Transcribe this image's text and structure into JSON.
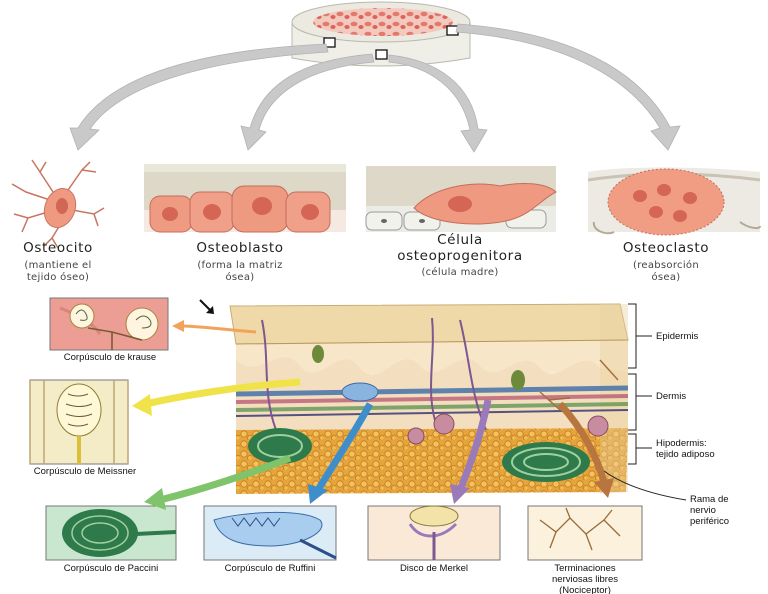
{
  "bone_cells": [
    {
      "name": "Osteocito",
      "desc": [
        "(mantiene el",
        "tejido óseo)"
      ]
    },
    {
      "name": "Osteoblasto",
      "desc": [
        "(forma la matriz",
        "ósea)"
      ]
    },
    {
      "name": "Célula osteoprogenitora",
      "name_lines": [
        "Célula",
        "osteoprogenitora"
      ],
      "desc": [
        "(célula madre)"
      ]
    },
    {
      "name": "Osteoclasto",
      "desc": [
        "(reabsorción",
        "ósea)"
      ]
    }
  ],
  "skin_layers": [
    {
      "label": [
        "Epidermis"
      ]
    },
    {
      "label": [
        "Dermis"
      ]
    },
    {
      "label": [
        "Hipodermis:",
        "tejido adiposo"
      ]
    }
  ],
  "nerve_label": [
    "Rama de",
    "nervio",
    "periférico"
  ],
  "receptors": [
    {
      "label": [
        "Corpúsculo de krause"
      ]
    },
    {
      "label": [
        "Corpúsculo de Meissner"
      ]
    },
    {
      "label": [
        "Corpúsculo de Paccini"
      ]
    },
    {
      "label": [
        "Corpúsculo de Ruffini"
      ]
    },
    {
      "label": [
        "Disco de Merkel"
      ]
    },
    {
      "label": [
        "Terminaciones",
        "nerviosas libres",
        "(Nociceptor)"
      ]
    }
  ],
  "colors": {
    "arrow_gray": "#c9c9c9",
    "cell_salmon": "#ee9a80",
    "nucleus": "#d86a5a",
    "epidermis": "#f2dcae",
    "dermis": "#f6ead0",
    "fat": "#e3a23a",
    "arrow_orange": "#f2a35b",
    "arrow_yellow": "#f0e34a",
    "arrow_green": "#7fc46a",
    "arrow_blue": "#3f8ecc",
    "arrow_purple": "#9a7ab8",
    "arrow_brown": "#b87540"
  }
}
